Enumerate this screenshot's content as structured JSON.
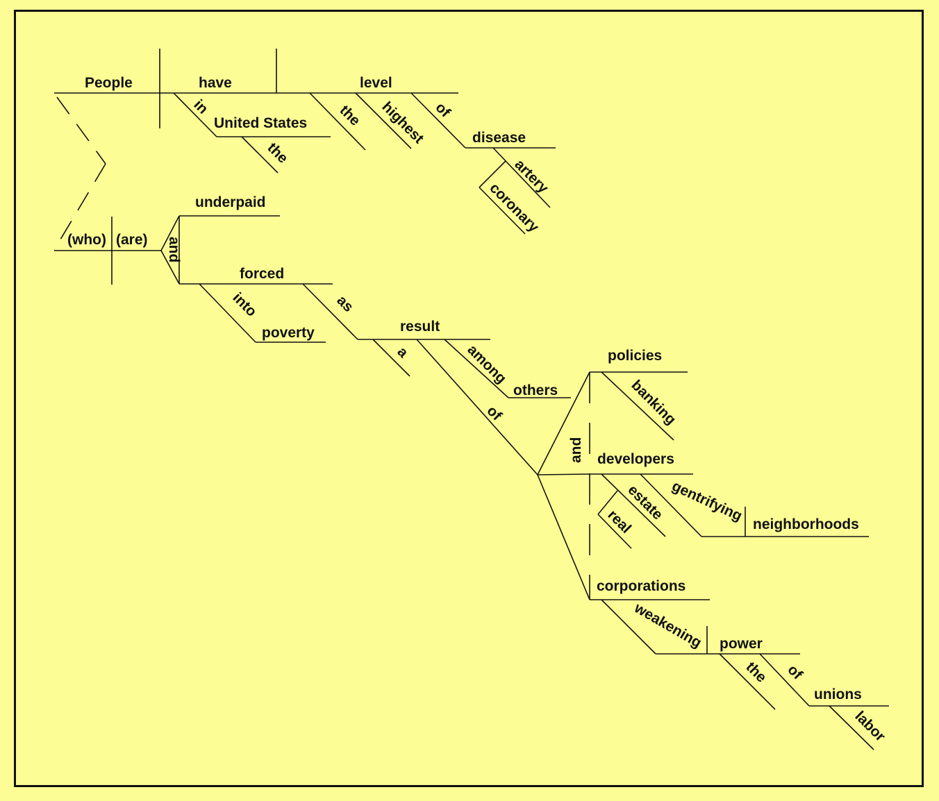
{
  "diagram": {
    "words": {
      "people": "People",
      "have": "have",
      "level": "level",
      "in": "in",
      "united_states": "United States",
      "the_1": "the",
      "the_2": "the",
      "highest": "highest",
      "of_1": "of",
      "disease": "disease",
      "artery": "artery",
      "coronary": "coronary",
      "who": "(who)",
      "are": "(are)",
      "and_1": "and",
      "underpaid": "underpaid",
      "forced": "forced",
      "into": "into",
      "poverty": "poverty",
      "as": "as",
      "result": "result",
      "a": "a",
      "among": "among",
      "others": "others",
      "of_2": "of",
      "policies": "policies",
      "banking": "banking",
      "and_2": "and",
      "developers": "developers",
      "estate": "estate",
      "real": "real",
      "gentrifying": "gentrifying",
      "neighborhoods": "neighborhoods",
      "corporations": "corporations",
      "weakening": "weakening",
      "power": "power",
      "the_3": "the",
      "of_3": "of",
      "unions": "unions",
      "labor": "labor"
    }
  }
}
